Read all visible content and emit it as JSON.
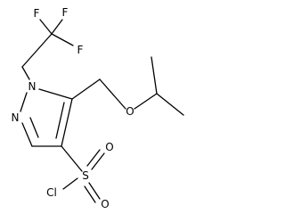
{
  "structure": {
    "atoms": [
      {
        "id": "F1",
        "label": "F"
      },
      {
        "id": "F2",
        "label": "F"
      },
      {
        "id": "F3",
        "label": "F"
      },
      {
        "id": "N1",
        "label": "N"
      },
      {
        "id": "N2",
        "label": "N"
      },
      {
        "id": "O1",
        "label": "O"
      },
      {
        "id": "S1",
        "label": "S"
      },
      {
        "id": "O2",
        "label": "O"
      },
      {
        "id": "O3",
        "label": "O"
      },
      {
        "id": "Cl1",
        "label": "Cl"
      }
    ],
    "colors": {
      "bond": "#000000",
      "label": "#000000",
      "background": "#ffffff"
    }
  }
}
